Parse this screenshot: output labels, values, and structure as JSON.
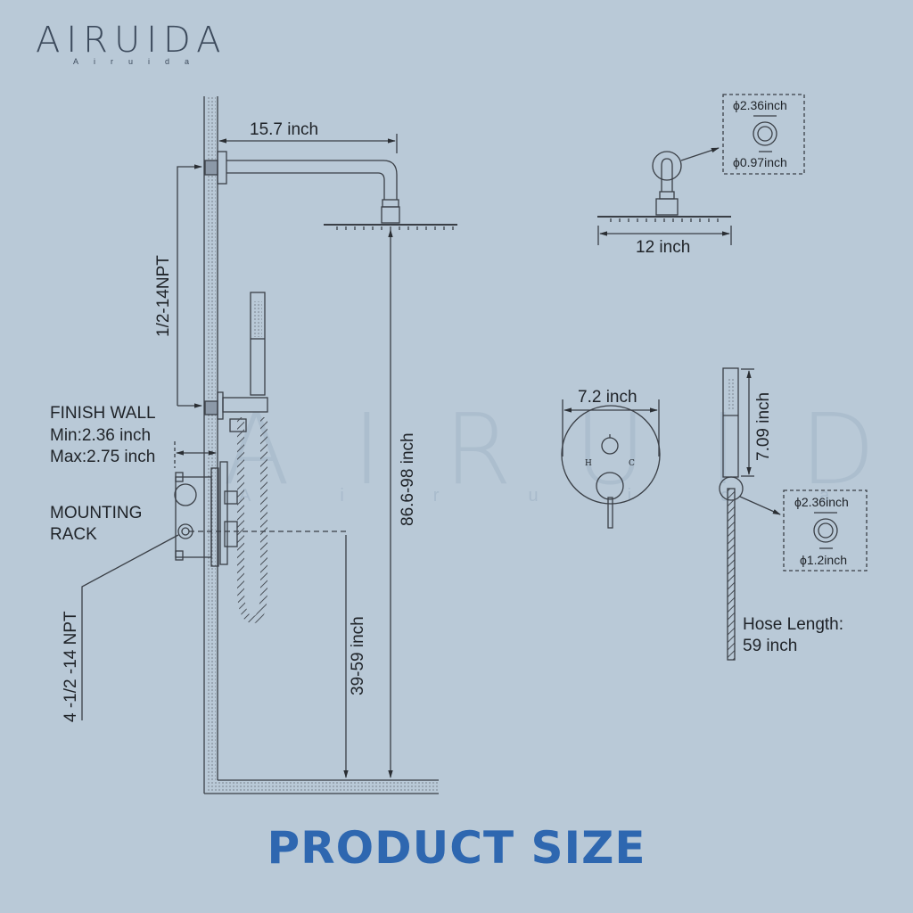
{
  "brand": {
    "logo_text": "AIRUIDA",
    "logo_subtext": "Airuida",
    "watermark_text": "AIRUIDA",
    "watermark_subtext": "Airuida"
  },
  "diagram": {
    "main_view": {
      "arm_length": "15.7 inch",
      "pipe_thread": "1/2-14NPT",
      "finish_wall_title": "FINISH WALL",
      "finish_wall_min": "Min:2.36 inch",
      "finish_wall_max": "Max:2.75 inch",
      "mounting_rack_line1": "MOUNTING",
      "mounting_rack_line2": "RACK",
      "inlet_thread": "4 -1/2 -14 NPT",
      "shower_height": "86.6-98 inch",
      "mixer_height": "39-59 inch"
    },
    "rain_shower_head": {
      "width": "12 inch",
      "flange_outer": "ϕ2.36inch",
      "flange_inner": "ϕ0.97inch"
    },
    "mixer_plate": {
      "diameter": "7.2 inch",
      "hot_label": "H",
      "cold_label": "C"
    },
    "hand_shower": {
      "length": "7.09 inch",
      "holder_outer": "ϕ2.36inch",
      "holder_inner": "ϕ1.2inch",
      "hose_label": "Hose Length:",
      "hose_value": "59 inch"
    }
  },
  "title": "PRODUCT SIZE",
  "colors": {
    "background": "#b9c9d7",
    "title": "#2e67b0",
    "line": "#3a3f46",
    "brand": "#3c4a5c"
  }
}
